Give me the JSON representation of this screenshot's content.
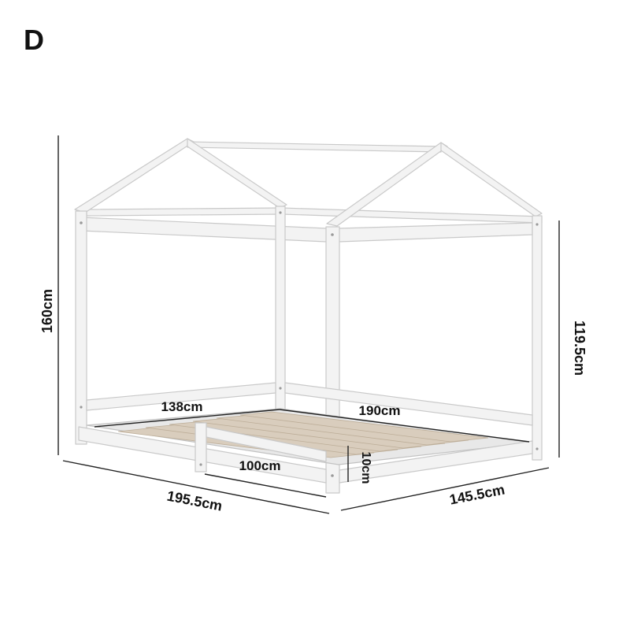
{
  "variant_letter": "D",
  "colors": {
    "frame": "#f3f3f3",
    "frame_edge": "#c9c9c9",
    "slat": "#d9cdbd",
    "text": "#111111"
  },
  "dimensions": {
    "overall_height": "160cm",
    "wall_height": "119.5cm",
    "inner_width": "138cm",
    "inner_length": "190cm",
    "rail_length": "100cm",
    "rail_height": "10cm",
    "outer_length": "195.5cm",
    "outer_width": "145.5cm"
  }
}
